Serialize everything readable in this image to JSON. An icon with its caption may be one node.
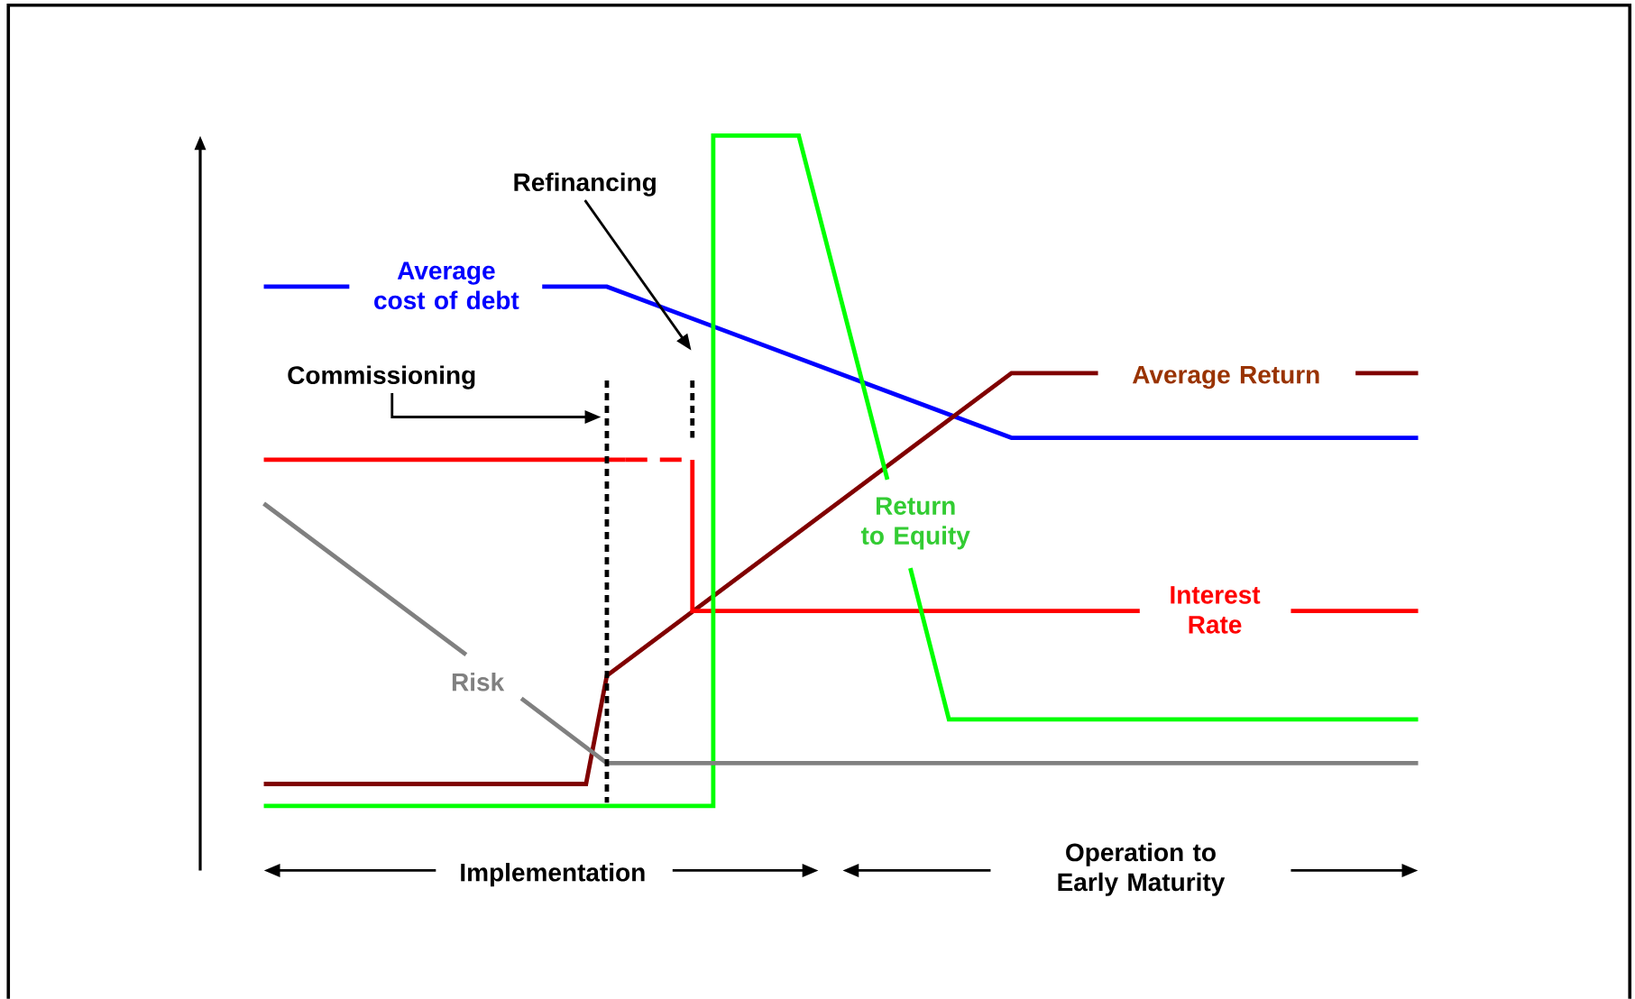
{
  "diagram": {
    "nodes": [
      {
        "text": [
          "Refinancing"
        ]
      },
      {
        "text": [
          "Commissioning"
        ]
      },
      {
        "text": [],
        "shape": "line"
      },
      {
        "text": [],
        "shape": "line"
      }
    ],
    "edges": [
      {
        "from": 0,
        "to": 3,
        "arrow": "to"
      },
      {
        "from": 1,
        "to": 2,
        "arrow": "to"
      }
    ],
    "labels": [
      "Average cost of debt",
      "Average Return",
      "Return to Equity",
      "Interest Rate",
      "Risk",
      "Implementation",
      "Operation to Early Maturity"
    ]
  }
}
